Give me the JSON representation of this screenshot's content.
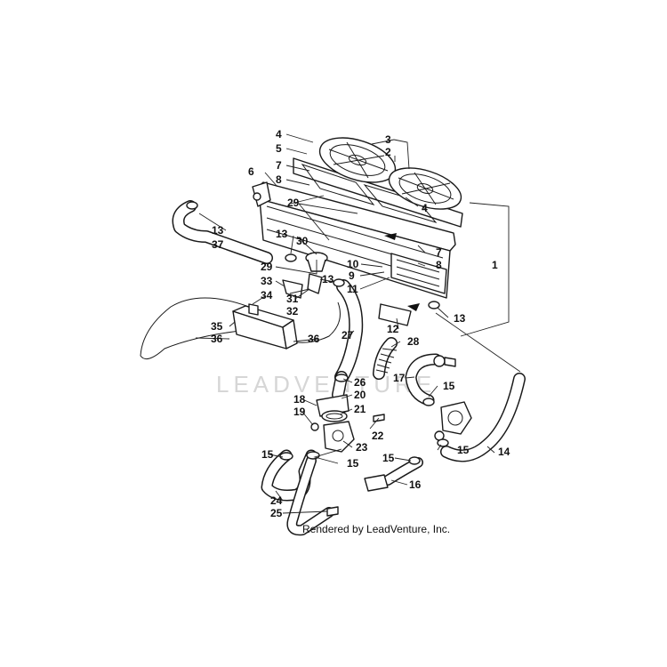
{
  "watermark": "LEADVENTURE",
  "credit": "Rendered by LeadVenture, Inc.",
  "callouts": [
    {
      "id": "c4a",
      "label": "4"
    },
    {
      "id": "c5",
      "label": "5"
    },
    {
      "id": "c3",
      "label": "3"
    },
    {
      "id": "c2",
      "label": "2"
    },
    {
      "id": "c7a",
      "label": "7"
    },
    {
      "id": "c6",
      "label": "6"
    },
    {
      "id": "c8a",
      "label": "8"
    },
    {
      "id": "c4b",
      "label": "4"
    },
    {
      "id": "c29a",
      "label": "29"
    },
    {
      "id": "c13a",
      "label": "13"
    },
    {
      "id": "c37",
      "label": "37"
    },
    {
      "id": "c13b",
      "label": "13"
    },
    {
      "id": "c30",
      "label": "30"
    },
    {
      "id": "c7b",
      "label": "7"
    },
    {
      "id": "c8b",
      "label": "8"
    },
    {
      "id": "c1",
      "label": "1"
    },
    {
      "id": "c29b",
      "label": "29"
    },
    {
      "id": "c10",
      "label": "10"
    },
    {
      "id": "c9",
      "label": "9"
    },
    {
      "id": "c33",
      "label": "33"
    },
    {
      "id": "c13c",
      "label": "13"
    },
    {
      "id": "c11",
      "label": "11"
    },
    {
      "id": "c34",
      "label": "34"
    },
    {
      "id": "c31",
      "label": "31"
    },
    {
      "id": "c32",
      "label": "32"
    },
    {
      "id": "c13d",
      "label": "13"
    },
    {
      "id": "c12",
      "label": "12"
    },
    {
      "id": "c35",
      "label": "35"
    },
    {
      "id": "c36a",
      "label": "36"
    },
    {
      "id": "c36b",
      "label": "36"
    },
    {
      "id": "c27",
      "label": "27"
    },
    {
      "id": "c28",
      "label": "28"
    },
    {
      "id": "c17",
      "label": "17"
    },
    {
      "id": "c15a",
      "label": "15"
    },
    {
      "id": "c26",
      "label": "26"
    },
    {
      "id": "c18",
      "label": "18"
    },
    {
      "id": "c20",
      "label": "20"
    },
    {
      "id": "c19",
      "label": "19"
    },
    {
      "id": "c21",
      "label": "21"
    },
    {
      "id": "c22",
      "label": "22"
    },
    {
      "id": "c23",
      "label": "23"
    },
    {
      "id": "c15b",
      "label": "15"
    },
    {
      "id": "c15c",
      "label": "15"
    },
    {
      "id": "c14",
      "label": "14"
    },
    {
      "id": "c15d",
      "label": "15"
    },
    {
      "id": "c15e",
      "label": "15"
    },
    {
      "id": "c16",
      "label": "16"
    },
    {
      "id": "c24",
      "label": "24"
    },
    {
      "id": "c25",
      "label": "25"
    }
  ]
}
